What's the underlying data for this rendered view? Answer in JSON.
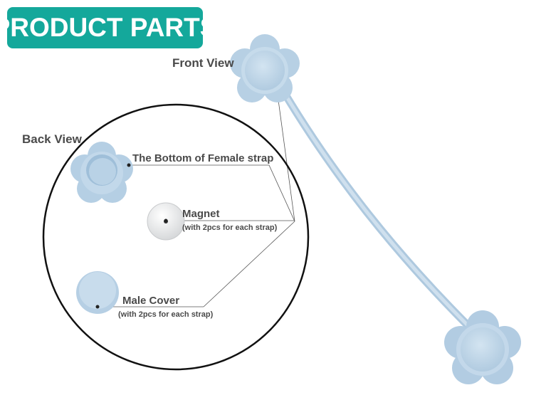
{
  "title": "PRODUCT PARTS",
  "labels": {
    "front_view": "Front View",
    "back_view": "Back View",
    "female_bottom": "The Bottom of Female strap",
    "magnet": "Magnet",
    "magnet_note": "(with 2pcs for each strap)",
    "male_cover": "Male Cover",
    "male_cover_note": "(with 2pcs for each strap)"
  },
  "colors": {
    "badge": "#14a89b",
    "silicone": "#c3d9ea",
    "silicone_dark": "#a9c6de",
    "label_text": "#4a4a4a",
    "outline": "#111111"
  }
}
